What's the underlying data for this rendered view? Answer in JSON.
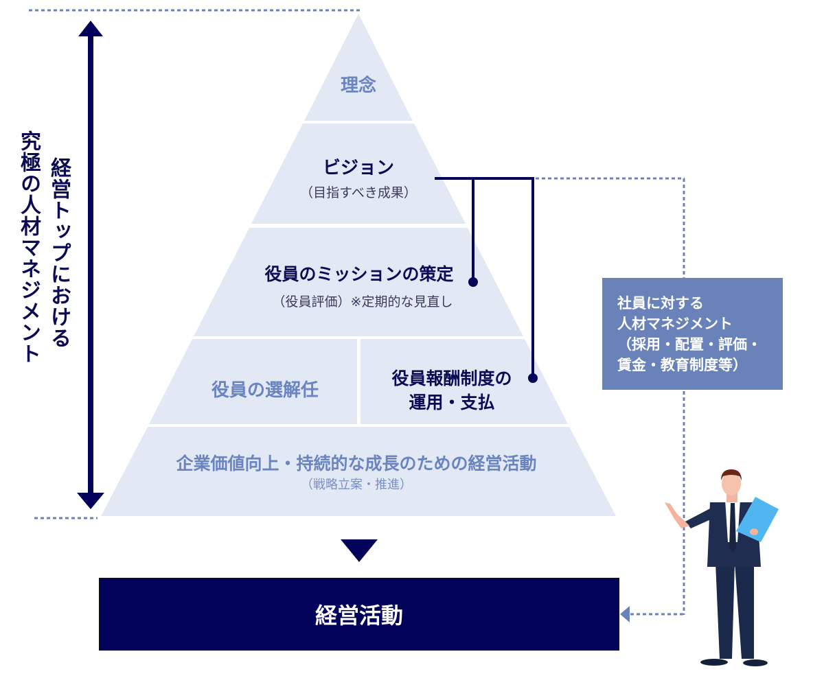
{
  "vertical_label": {
    "line1": "経営トップにおける",
    "line2": "究極の人材マネジメント"
  },
  "pyramid": {
    "level1": {
      "title": "理念"
    },
    "level2": {
      "title": "ビジョン",
      "subtitle": "（目指すべき成果）"
    },
    "level3": {
      "title": "役員のミッションの策定",
      "subtitle": "（役員評価）※定期的な見直し"
    },
    "level4_left": {
      "title": "役員の選解任"
    },
    "level4_right": {
      "title_line1": "役員報酬制度の",
      "title_line2": "運用・支払"
    },
    "level5": {
      "title": "企業価値向上・持続的な成長のための経営活動",
      "subtitle": "（戦略立案・推進）"
    }
  },
  "side_box": {
    "lines": [
      "社員に対する",
      "人材マネジメント",
      "（採用・配置・評価・",
      "賃金・教育制度等）"
    ]
  },
  "result_box": {
    "label": "経営活動"
  },
  "colors": {
    "navy": "#02025a",
    "pyramid_fill": "#e2e9f5",
    "accent_blue": "#6a82ba",
    "dotted_line": "#6a82ba"
  },
  "icons": {
    "up_down_arrow": "double-headed-vertical-arrow",
    "down_triangle": "down-arrow-icon",
    "left_arrow": "left-arrow-icon",
    "person": "businessman-illustration"
  }
}
